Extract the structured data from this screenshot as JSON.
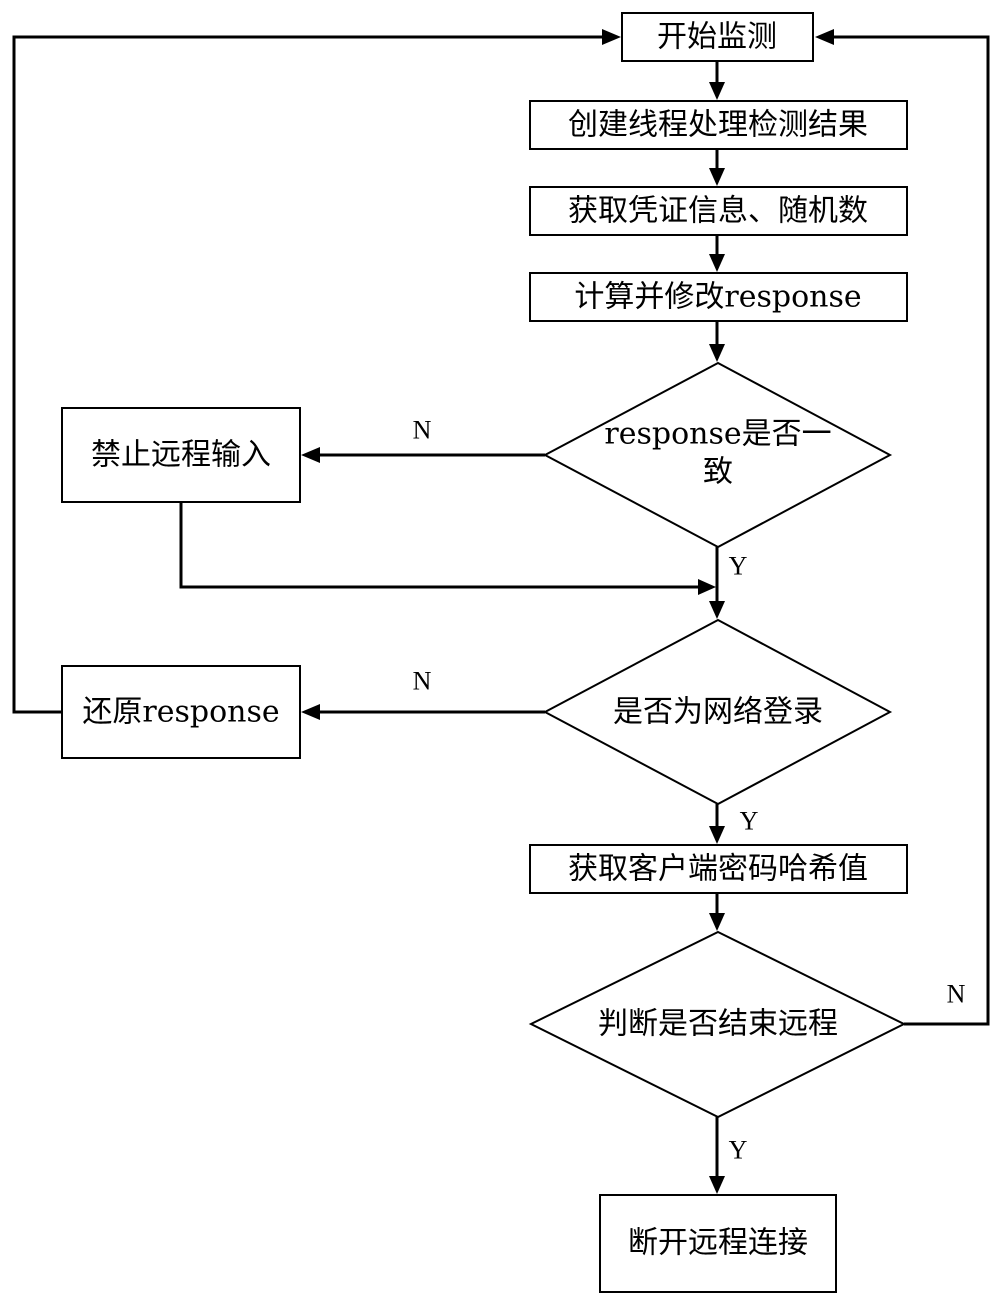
{
  "nodes": {
    "start_monitoring": "开始监测",
    "create_thread": "创建线程处理检测结果",
    "get_credentials": "获取凭证信息、随机数",
    "compute_response": "计算并修改response",
    "check_response_line1": "response是否一",
    "check_response_line2": "致",
    "block_remote_input": "禁止远程输入",
    "is_network_login": "是否为网络登录",
    "restore_response": "还原response",
    "get_client_hash": "获取客户端密码哈希值",
    "check_end_remote": "判断是否结束远程",
    "disconnect": "断开远程连接"
  },
  "branch_labels": {
    "response_no": "N",
    "response_yes": "Y",
    "network_no": "N",
    "network_yes": "Y",
    "end_no": "N",
    "end_yes": "Y"
  }
}
